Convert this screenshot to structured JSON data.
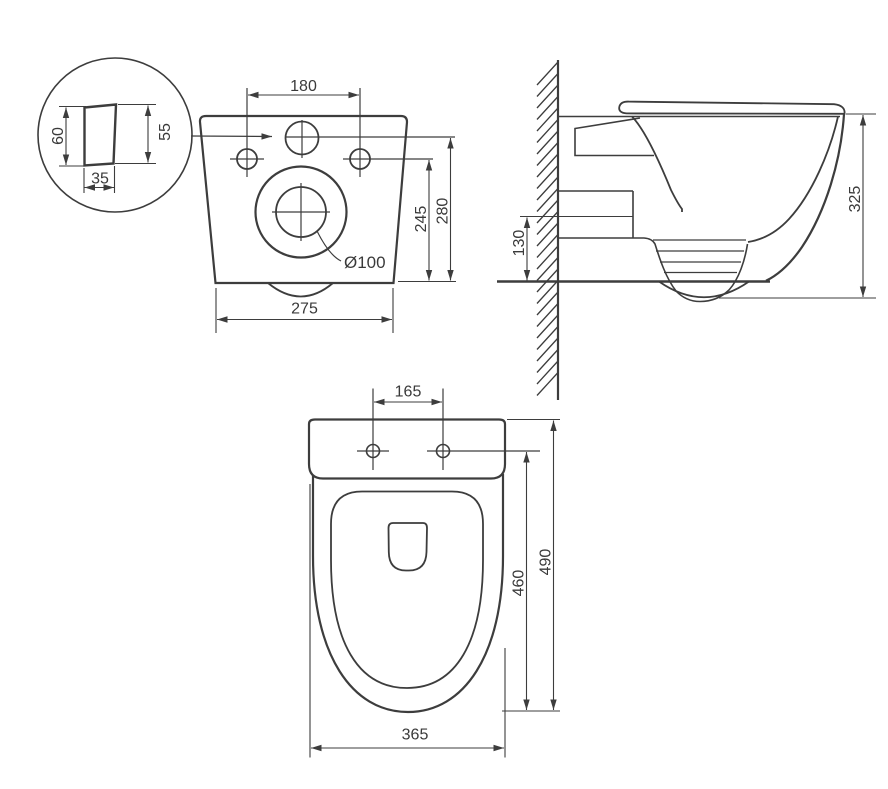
{
  "colors": {
    "background": "#ffffff",
    "lines": "#3d3d3d",
    "text": "#3a3a3a"
  },
  "views": {
    "detail_lug": {
      "dims": {
        "height_left": "60",
        "height_right": "55",
        "width": "35"
      }
    },
    "rear": {
      "dims": {
        "fixing_hole_spacing": "180",
        "outlet_center_height": "245",
        "top_hole_height": "280",
        "outlet_diameter": "Ø100",
        "base_width": "275"
      }
    },
    "side": {
      "dims": {
        "trap_outlet_height": "130",
        "overall_height": "325"
      }
    },
    "top": {
      "dims": {
        "seat_fixing_spacing": "165",
        "bowl_depth": "460",
        "overall_depth": "490",
        "overall_width": "365"
      }
    }
  }
}
